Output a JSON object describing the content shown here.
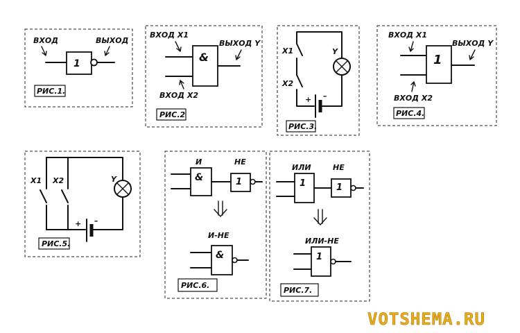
{
  "fig1": {
    "input": "ВХОД",
    "output": "ВЫХОД",
    "gate": "1",
    "caption": "РИС.1."
  },
  "fig2": {
    "in1": "ВХОД X1",
    "in2": "ВХОД X2",
    "out": "ВЫХОД Y",
    "gate": "&",
    "caption": "РИС.2"
  },
  "fig3": {
    "sw1": "X1",
    "sw2": "X2",
    "lamp": "Y",
    "plus": "+",
    "minus": "–",
    "caption": "РИС.3."
  },
  "fig4": {
    "in1": "ВХОД X1",
    "in2": "ВХОД X2",
    "out": "ВЫХОД Y",
    "gate": "1",
    "caption": "РИС.4."
  },
  "fig5": {
    "sw1": "X1",
    "sw2": "X2",
    "lamp": "Y",
    "plus": "+",
    "minus": "–",
    "caption": "РИС.5."
  },
  "fig6": {
    "label_and": "И",
    "label_not": "НЕ",
    "gate_and": "&",
    "gate_not": "1",
    "label_nand": "И-НЕ",
    "gate_nand": "&",
    "caption": "РИС.6."
  },
  "fig7": {
    "label_or": "ИЛИ",
    "label_not": "НЕ",
    "gate_or": "1",
    "gate_not": "1",
    "label_nor": "ИЛИ-НЕ",
    "gate_nor": "1",
    "caption": "РИС.7."
  },
  "brand": "VOTSHEMA.RU"
}
